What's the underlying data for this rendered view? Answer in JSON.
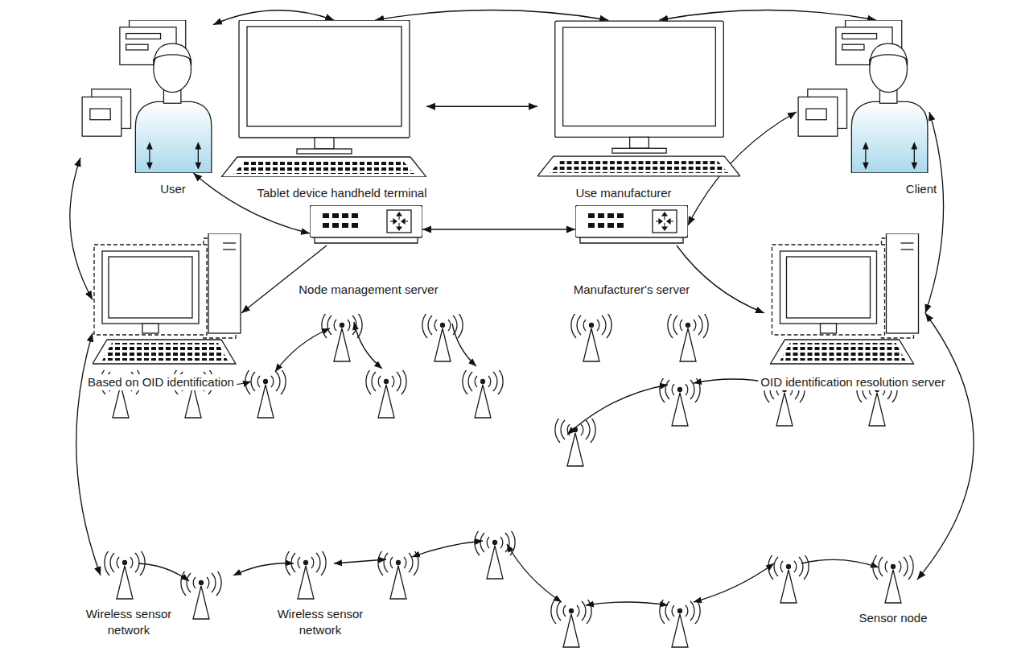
{
  "diagram": {
    "nodes": [
      {
        "text": [
          "User"
        ]
      },
      {
        "text": [
          "Tablet device handheld terminal"
        ]
      },
      {
        "text": [
          "Use manufacturer"
        ]
      },
      {
        "text": [
          "Client"
        ]
      },
      {
        "text": [
          "Based on OID identification"
        ]
      },
      {
        "text": [
          "Node management server"
        ]
      },
      {
        "text": [
          "Manufacturer's server"
        ]
      },
      {
        "text": [
          "OID identification resolution server"
        ]
      },
      {
        "text": [
          "Wireless sensor network"
        ]
      },
      {
        "text": [
          "Wireless sensor network"
        ]
      },
      {
        "text": [
          "Sensor node"
        ]
      }
    ],
    "edges": [
      {
        "from": 0,
        "to": 1,
        "arrow": "both"
      },
      {
        "from": 1,
        "to": 2,
        "arrow": "both"
      },
      {
        "from": 2,
        "to": 3,
        "arrow": "both"
      },
      {
        "from": 1,
        "to": 2,
        "arrow": "both"
      },
      {
        "from": 0,
        "to": 5,
        "arrow": "both"
      },
      {
        "from": 5,
        "to": 6,
        "arrow": "both"
      },
      {
        "from": 5,
        "to": 4,
        "arrow": "to"
      },
      {
        "from": 3,
        "to": 6,
        "arrow": "both"
      },
      {
        "from": 6,
        "to": 7,
        "arrow": "to"
      },
      {
        "from": 3,
        "to": 7,
        "arrow": "both"
      },
      {
        "from": 0,
        "to": 4,
        "arrow": "both"
      },
      {
        "from": 4,
        "to": 8,
        "arrow": "both"
      },
      {
        "from": 7,
        "to": 10,
        "arrow": "both"
      }
    ]
  }
}
